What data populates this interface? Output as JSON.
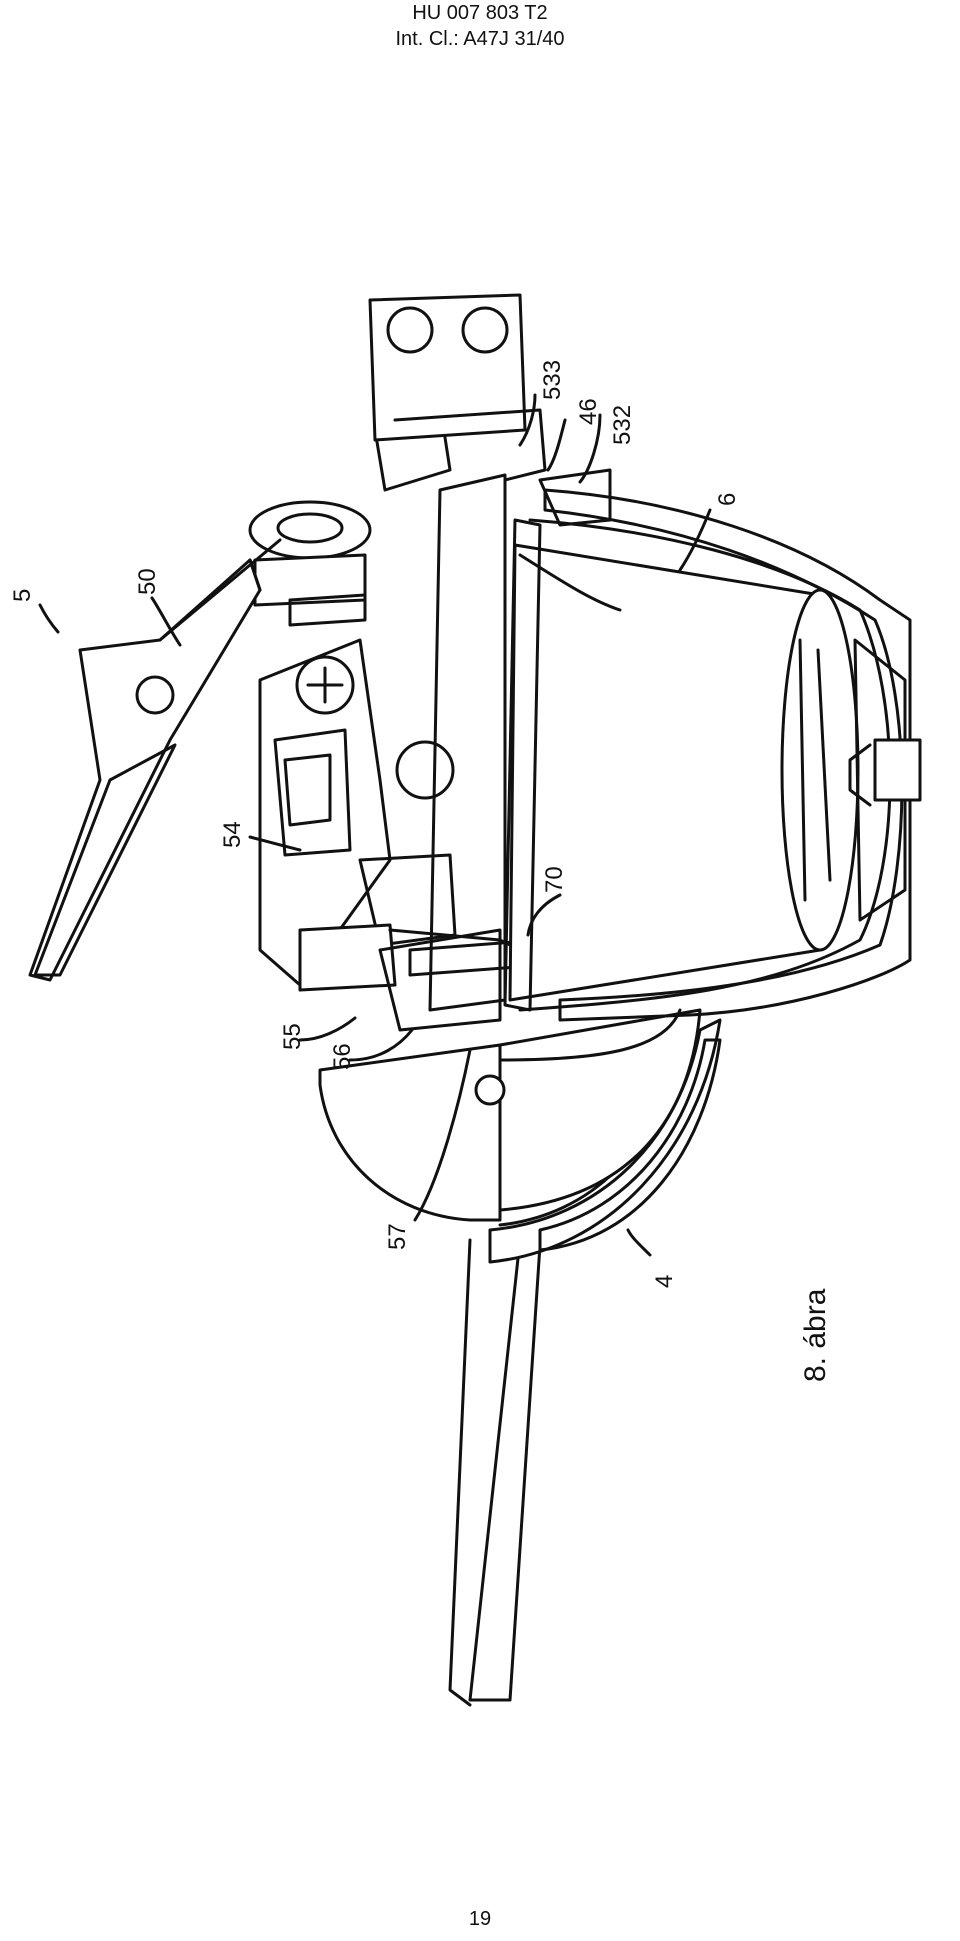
{
  "header": {
    "doc_number": "HU 007 803 T2",
    "classification": "Int. Cl.: A47J 31/40"
  },
  "figure": {
    "caption": "8. ábra",
    "labels": {
      "l5": "5",
      "l50": "50",
      "l54": "54",
      "l55": "55",
      "l56": "56",
      "l57": "57",
      "l70": "70",
      "l4": "4",
      "l6": "6",
      "l533": "533",
      "l46": "46",
      "l532": "532"
    }
  },
  "footer": {
    "page_number": "19"
  }
}
